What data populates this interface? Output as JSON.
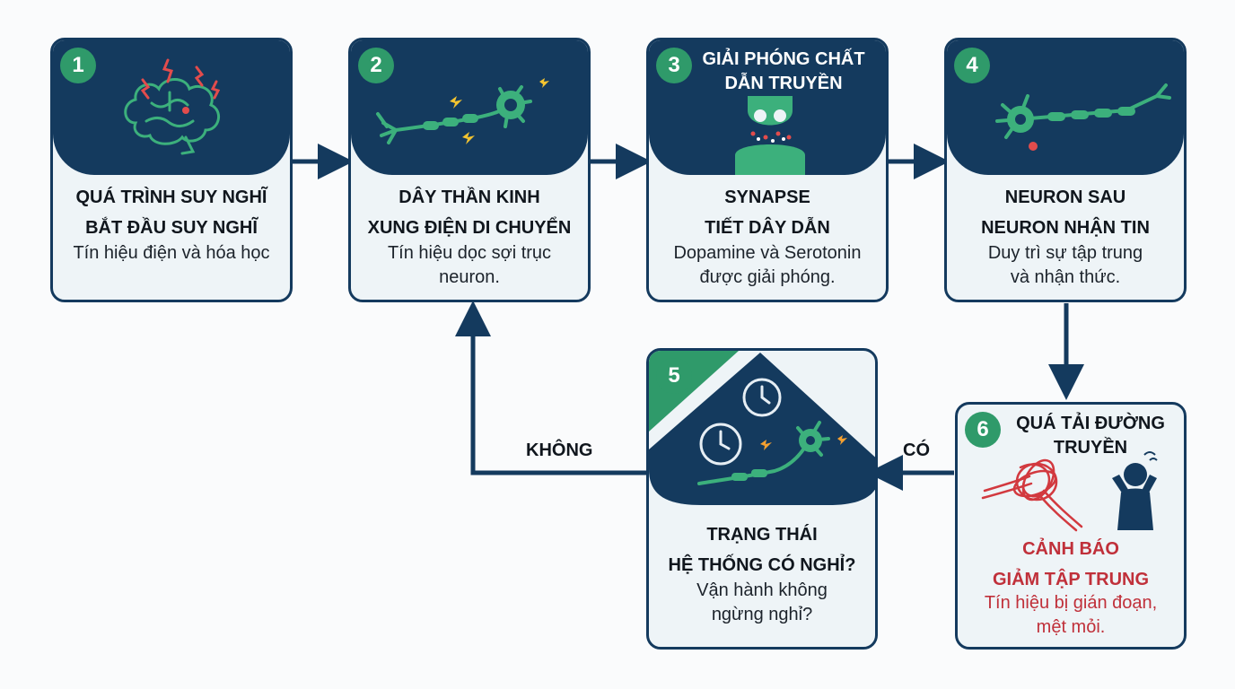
{
  "steps": [
    {
      "number": "1",
      "head": [
        "QUÁ TRÌNH SUY NGHĨ",
        "BẮT ĐẦU SUY NGHĨ"
      ],
      "body": [
        "Tín hiệu điện và hóa học"
      ],
      "icon": "brain-icon"
    },
    {
      "number": "2",
      "head": [
        "DÂY THẦN KINH",
        "XUNG ĐIỆN DI CHUYỂN"
      ],
      "body": [
        "Tín hiệu dọc sợi trục",
        "neuron."
      ],
      "icon": "neuron-icon"
    },
    {
      "number": "3",
      "top_title": [
        "GIẢI PHÓNG CHẤT",
        "DẪN TRUYỀN"
      ],
      "head": [
        "SYNAPSE",
        "TIẾT DÂY DẪN"
      ],
      "body": [
        "Dopamine và Serotonin",
        "được giải phóng."
      ],
      "icon": "synapse-icon"
    },
    {
      "number": "4",
      "head": [
        "NEURON SAU",
        "NEURON NHẬN TIN"
      ],
      "body": [
        "Duy trì sự tập trung",
        "và nhận thức."
      ],
      "icon": "neuron-icon"
    },
    {
      "number": "5",
      "head": [
        "TRẠNG THÁI",
        "HỆ THỐNG CÓ NGHỈ?"
      ],
      "body": [
        "Vận hành không",
        "ngừng nghỉ?"
      ],
      "icon": "clock-icon"
    },
    {
      "number": "6",
      "top_title": [
        "QUÁ TẢI ĐƯỜNG",
        "TRUYỀN"
      ],
      "head": [
        "CẢNH BÁO",
        "GIẢM TẬP TRUNG"
      ],
      "body": [
        "Tín hiệu bị gián đoạn,",
        "mệt mỏi."
      ],
      "icon": "tangled-nerves-icon"
    }
  ],
  "edges": {
    "yes_label": "CÓ",
    "no_label": "KHÔNG"
  },
  "colors": {
    "navy": "#143a5e",
    "green": "#2f9a6a",
    "card_bg": "#eef4f7",
    "warning": "#c0303a"
  }
}
